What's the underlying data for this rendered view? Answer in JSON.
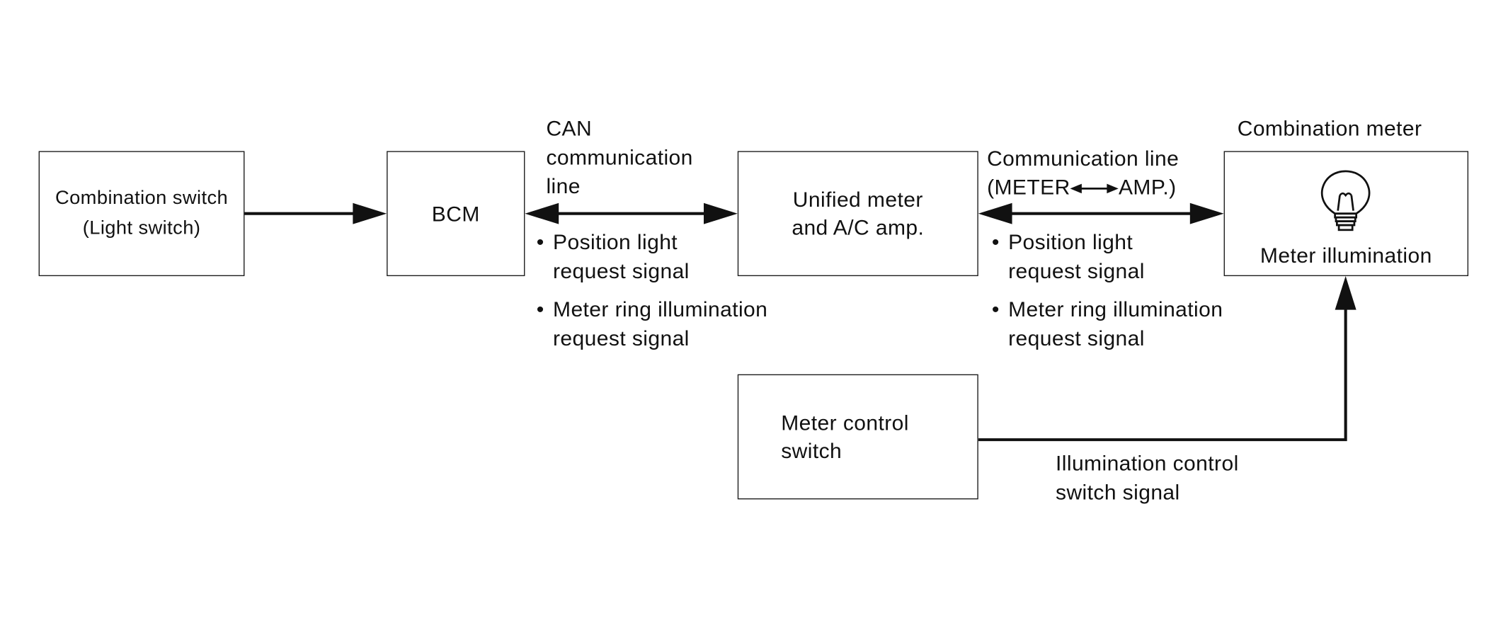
{
  "boxes": {
    "combination_switch": [
      "Combination switch",
      "(Light switch)"
    ],
    "bcm": [
      "BCM"
    ],
    "unified_meter": [
      "Unified meter",
      "and A/C amp."
    ],
    "meter_control_switch": [
      "Meter control",
      "switch"
    ],
    "combination_meter_inner": "Meter illumination"
  },
  "labels": {
    "combination_meter_title": "Combination meter",
    "can_line": [
      "CAN",
      "communication",
      "line"
    ],
    "comm_line_1": "Communication line",
    "comm_line_2_left": "(METER",
    "comm_line_2_right": "AMP.)",
    "illumination_signal": [
      "Illumination control",
      "switch signal"
    ]
  },
  "signals_left": [
    [
      "Position light",
      "request signal"
    ],
    [
      "Meter ring illumination",
      "request signal"
    ]
  ],
  "signals_right": [
    [
      "Position light",
      "request signal"
    ],
    [
      "Meter ring illumination",
      "request signal"
    ]
  ],
  "bullet_char": "•",
  "icons": {
    "lamp": "light-bulb-icon"
  },
  "colors": {
    "line": "#111111",
    "text": "#111111",
    "background": "#ffffff"
  }
}
